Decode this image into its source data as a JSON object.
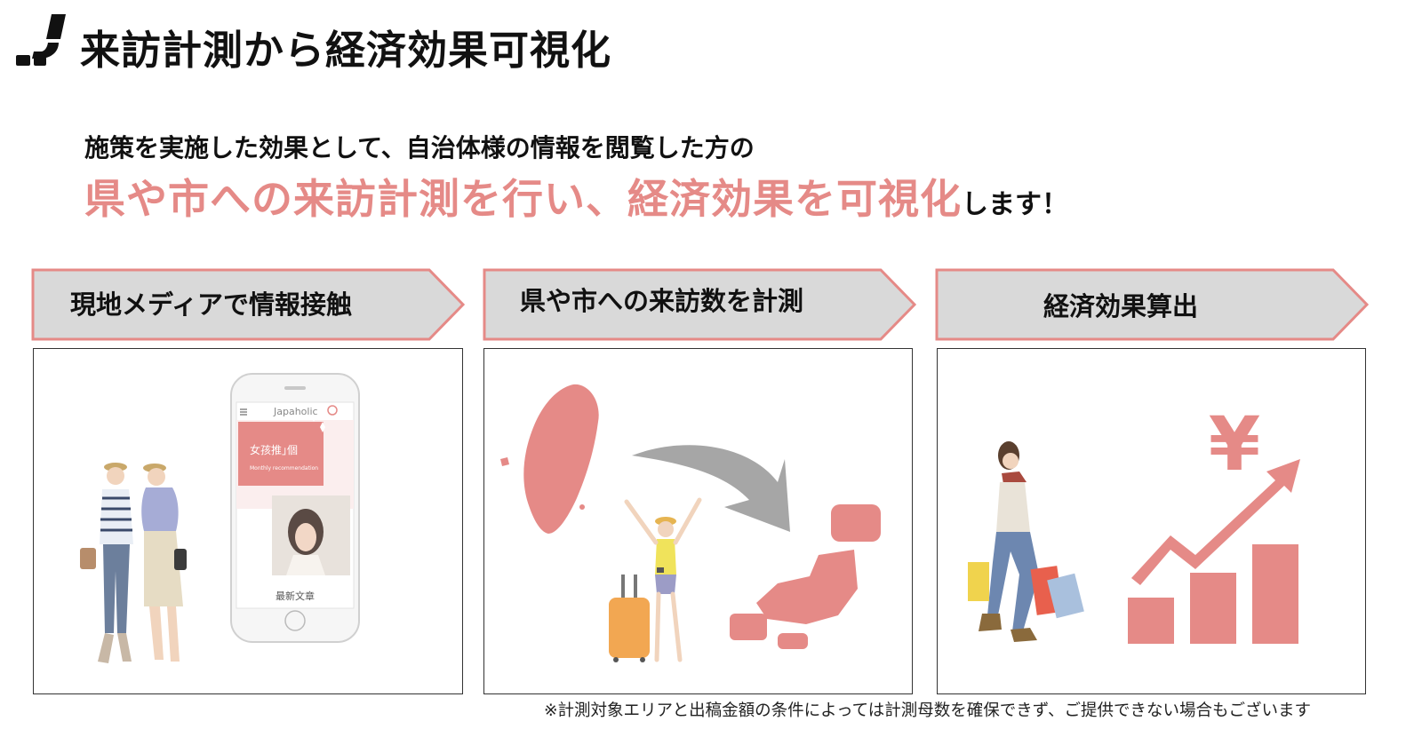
{
  "header": {
    "title": "来訪計測から経済効果可視化",
    "logo_icon": "seat-logo-icon"
  },
  "lead": {
    "line1": "施策を実施した効果として、自治体様の情報を閲覧した方の",
    "line2_highlight": "県や市への来訪計測を行い、経済効果を可視化",
    "line2_suffix": "します！",
    "highlight_color": "#e58a87"
  },
  "steps": [
    {
      "label": "現地メディアで情報接触"
    },
    {
      "label": "県や市への来訪数を計測"
    },
    {
      "label": "経済効果算出"
    }
  ],
  "panel1": {
    "phone_app_name": "Japaholic",
    "phone_banner_text": "女孩推｣個",
    "phone_banner_sub": "Monthly recommendation",
    "phone_footer_text": "最新文章"
  },
  "panel3": {
    "currency_symbol": "¥"
  },
  "footnote": "※計測対象エリアと出稿金額の条件によっては計測母数を確保できず、ご提供できない場合もございます",
  "colors": {
    "accent": "#e58a87",
    "step_fill": "#d9d9d9",
    "step_border": "#e58a87",
    "arrow_gray": "#a6a6a6"
  }
}
